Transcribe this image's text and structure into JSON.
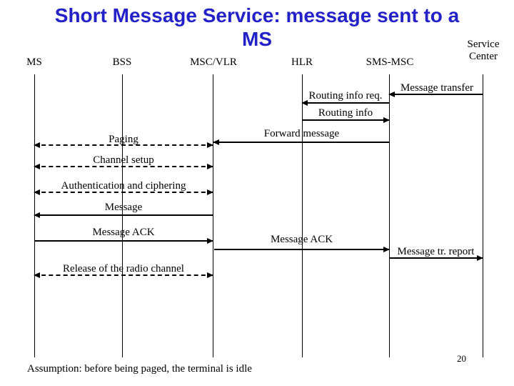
{
  "slide": {
    "title_line1": "Short Message Service: message sent to a",
    "title_line2": "MS",
    "footnote": "Assumption: before being paged, the terminal is idle",
    "page_number": "20",
    "title_color": "#2222C8",
    "background_color": "#ffffff",
    "line_color": "#000000"
  },
  "actors": [
    {
      "label": "MS"
    },
    {
      "label": "BSS"
    },
    {
      "label": "MSC/VLR"
    },
    {
      "label": "HLR"
    },
    {
      "label": "SMS-MSC"
    },
    {
      "label": "Service Center"
    }
  ],
  "messages": [
    {
      "label": "Message transfer",
      "from": "Service Center",
      "to": "SMS-MSC",
      "style": "solid",
      "direction": "left"
    },
    {
      "label": "Routing info req.",
      "from": "SMS-MSC",
      "to": "HLR",
      "style": "solid",
      "direction": "left"
    },
    {
      "label": "Routing info",
      "from": "HLR",
      "to": "SMS-MSC",
      "style": "solid",
      "direction": "right"
    },
    {
      "label": "Forward message",
      "from": "SMS-MSC",
      "to": "MSC/VLR",
      "style": "solid",
      "direction": "left"
    },
    {
      "label": "Paging",
      "from": "MSC/VLR",
      "to": "MS",
      "style": "dashed",
      "direction": "both"
    },
    {
      "label": "Channel setup",
      "from": "MSC/VLR",
      "to": "MS",
      "style": "dashed",
      "direction": "both"
    },
    {
      "label": "Authentication and ciphering",
      "from": "MSC/VLR",
      "to": "MS",
      "style": "dashed",
      "direction": "both"
    },
    {
      "label": "Message",
      "from": "MSC/VLR",
      "to": "MS",
      "style": "solid",
      "direction": "left"
    },
    {
      "label": "Message ACK",
      "from": "MS",
      "to": "MSC/VLR",
      "style": "solid",
      "direction": "right"
    },
    {
      "label": "Message ACK",
      "from": "MSC/VLR",
      "to": "SMS-MSC",
      "style": "solid",
      "direction": "right"
    },
    {
      "label": "Message tr. report",
      "from": "SMS-MSC",
      "to": "Service Center",
      "style": "solid",
      "direction": "right"
    },
    {
      "label": "Release of the radio channel",
      "from": "MS",
      "to": "MSC/VLR",
      "style": "dashed",
      "direction": "both"
    }
  ]
}
